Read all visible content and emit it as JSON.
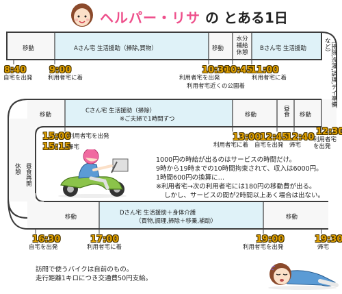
{
  "title": {
    "part1": "ヘルパー・リサ",
    "part2": "の とある1日"
  },
  "row1": {
    "segments": [
      "移動",
      "Aさん宅 生活援助（掃除,買物）",
      "移動",
      "水分補給 休憩",
      "Bさん宅 生活援助"
    ],
    "right_label": "（掃除,洗濯,調理,デイ準備など）",
    "times": [
      "8:40",
      "9:00",
      "10:30",
      "10:45",
      "11:00"
    ],
    "labels": [
      "自宅を出発",
      "利用者宅に着",
      "利用者宅を出発",
      "利用者宅近くの公園着",
      "利用者宅に着"
    ]
  },
  "row2": {
    "segments": [
      "移動",
      "Cさん宅 生活援助（掃除）",
      "移動",
      "昼食",
      "移動"
    ],
    "sub": "※ご夫婦で1時間ずつ",
    "times": [
      "12:30",
      "12:45",
      "13:00",
      "12:40"
    ],
    "labels": [
      "利用者宅を出発",
      "自宅を出発",
      "利用者宅に着",
      "帰宅",
      "利用者宅を出発"
    ]
  },
  "break": {
    "times": [
      "15:00",
      "15:15"
    ],
    "labels": [
      "利用者宅を出発",
      "帰宅"
    ],
    "side": "休憩",
    "side2": "昼食再開"
  },
  "notes": [
    "1000円の時給が出るのはサービスの時間だけ。",
    "9時から19時までの10時間拘束されて、収入は6000円。",
    "1時間600円の換算に…",
    "※利用者宅→次の利用者宅には180円の移動費が出る。",
    "しかし、サービスの間が2時間以上あく場合は出ない。"
  ],
  "row3": {
    "segments": [
      "移動",
      "Dさん宅 生活援助＋身体介護",
      "移動"
    ],
    "sub": "（買物,調理,掃除＋移乗,補助）",
    "times": [
      "16:30",
      "17:00",
      "19:00",
      "19:30"
    ],
    "labels": [
      "自宅を出発",
      "利用者宅に着",
      "利用者宅を出発",
      "帰宅"
    ]
  },
  "footer": [
    "訪問で使うバイクは自前のもの。",
    "走行距離1キロにつき交通費50円支給。"
  ],
  "icons": [
    "helper-face-icon",
    "scooter-rider-icon",
    "tired-helper-icon"
  ],
  "colors": {
    "pink": "#ee4f8b",
    "time": "#e0a000",
    "road": "#3c3c3c",
    "block": "#dff2f8"
  }
}
